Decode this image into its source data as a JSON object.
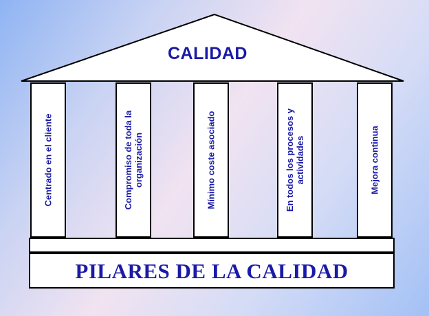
{
  "roof": {
    "title": "CALIDAD"
  },
  "pillars": [
    {
      "label": "Centrado en el cliente"
    },
    {
      "label": "Compromiso de toda la organización"
    },
    {
      "label": "Mínimo coste asociado"
    },
    {
      "label": "En todos los procesos y actividades"
    },
    {
      "label": "Mejora continua"
    }
  ],
  "base": {
    "title": "PILARES DE LA CALIDAD"
  },
  "colors": {
    "text": "#1a1aa6",
    "outline": "#000000",
    "fill": "#ffffff"
  }
}
